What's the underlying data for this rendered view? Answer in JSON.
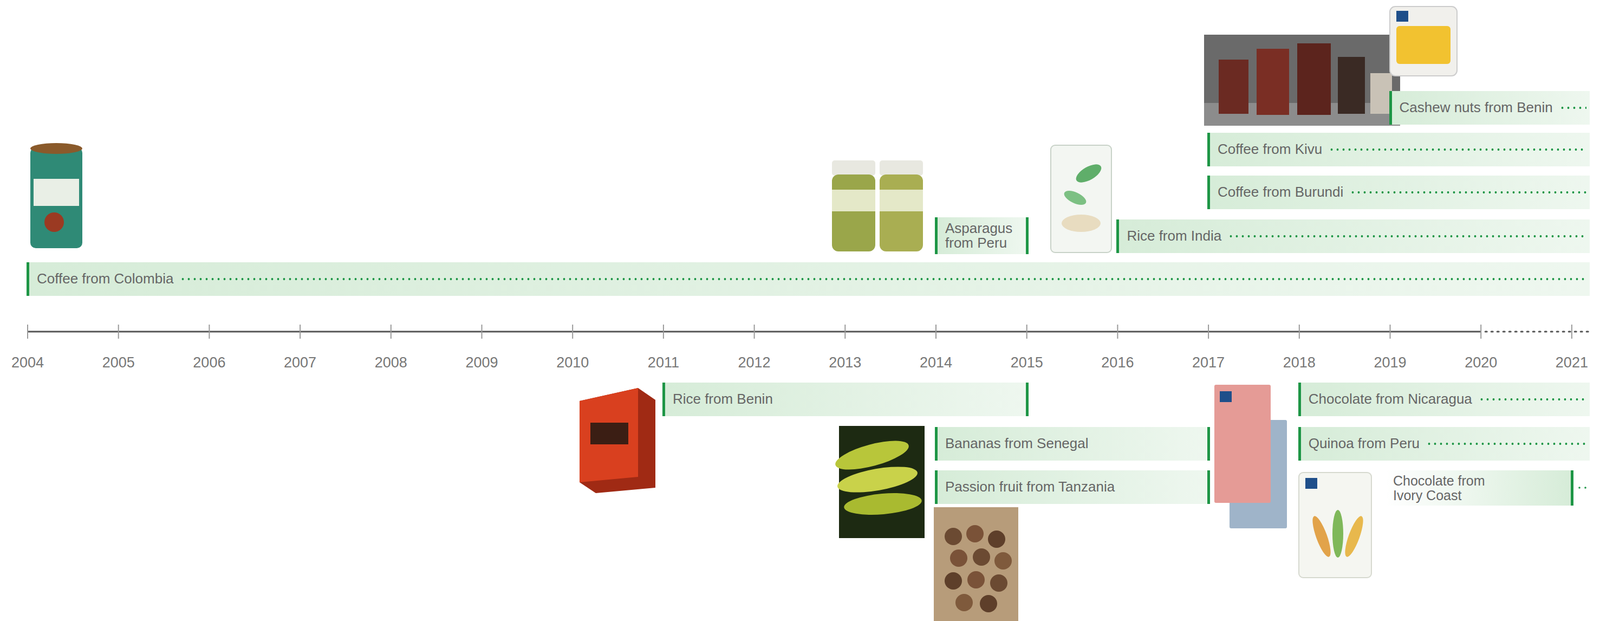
{
  "diagram": {
    "nodes": [
      {
        "text": [
          "Coffee from Colombia"
        ]
      },
      {
        "text": [
          "Rice from Benin"
        ]
      },
      {
        "text": [
          "Asparagus from Peru"
        ]
      },
      {
        "text": [
          "Bananas from Senegal"
        ]
      },
      {
        "text": [
          "Passion fruit from Tanzania"
        ]
      },
      {
        "text": [
          "Rice from India"
        ]
      },
      {
        "text": [
          "Coffee from Kivu"
        ]
      },
      {
        "text": [
          "Coffee from Burundi"
        ]
      },
      {
        "text": [
          "Chocolate from Nicaragua"
        ]
      },
      {
        "text": [
          "Quinoa from Peru"
        ]
      },
      {
        "text": [
          "Cashew nuts from Benin"
        ]
      },
      {
        "text": [
          "Chocolate from Ivory Coast"
        ]
      }
    ],
    "labels": [
      "2004",
      "2005",
      "2006",
      "2007",
      "2008",
      "2009",
      "2010",
      "2011",
      "2012",
      "2013",
      "2014",
      "2015",
      "2016",
      "2017",
      "2018",
      "2019",
      "2020",
      "2021"
    ]
  }
}
